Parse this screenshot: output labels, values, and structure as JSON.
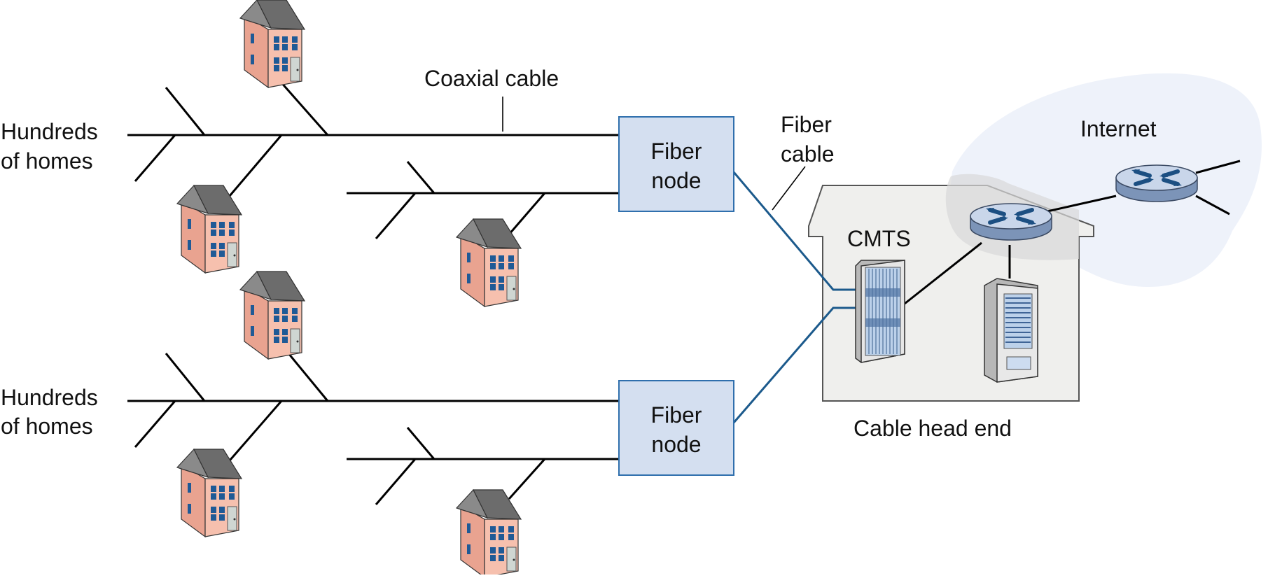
{
  "labels": {
    "coaxial_cable": "Coaxial cable",
    "fiber_cable_line1": "Fiber",
    "fiber_cable_line2": "cable",
    "internet": "Internet",
    "cmts": "CMTS",
    "head_end": "Cable head end",
    "homes_top_line1": "Hundreds",
    "homes_top_line2": "of homes",
    "homes_bottom_line1": "Hundreds",
    "homes_bottom_line2": "of homes"
  },
  "fiber_nodes": [
    {
      "line1": "Fiber",
      "line2": "node"
    },
    {
      "line1": "Fiber",
      "line2": "node"
    }
  ],
  "colors": {
    "fiber_line": "#1c5a8c",
    "fiber_node_fill": "#d4dff0",
    "fiber_node_border": "#2f6fad",
    "head_end_fill": "#efefed",
    "internet_cloud": "#eef2fa",
    "house_wall": "#f2b6a4",
    "house_roof": "#707070",
    "window": "#1f5a96",
    "router_top": "#c9d6ea",
    "router_mark": "#1c4f82"
  },
  "icons": {
    "house": "house-icon",
    "router": "router-icon",
    "cmts": "cmts-rack-icon",
    "server": "server-icon",
    "cloud": "internet-cloud-icon"
  }
}
